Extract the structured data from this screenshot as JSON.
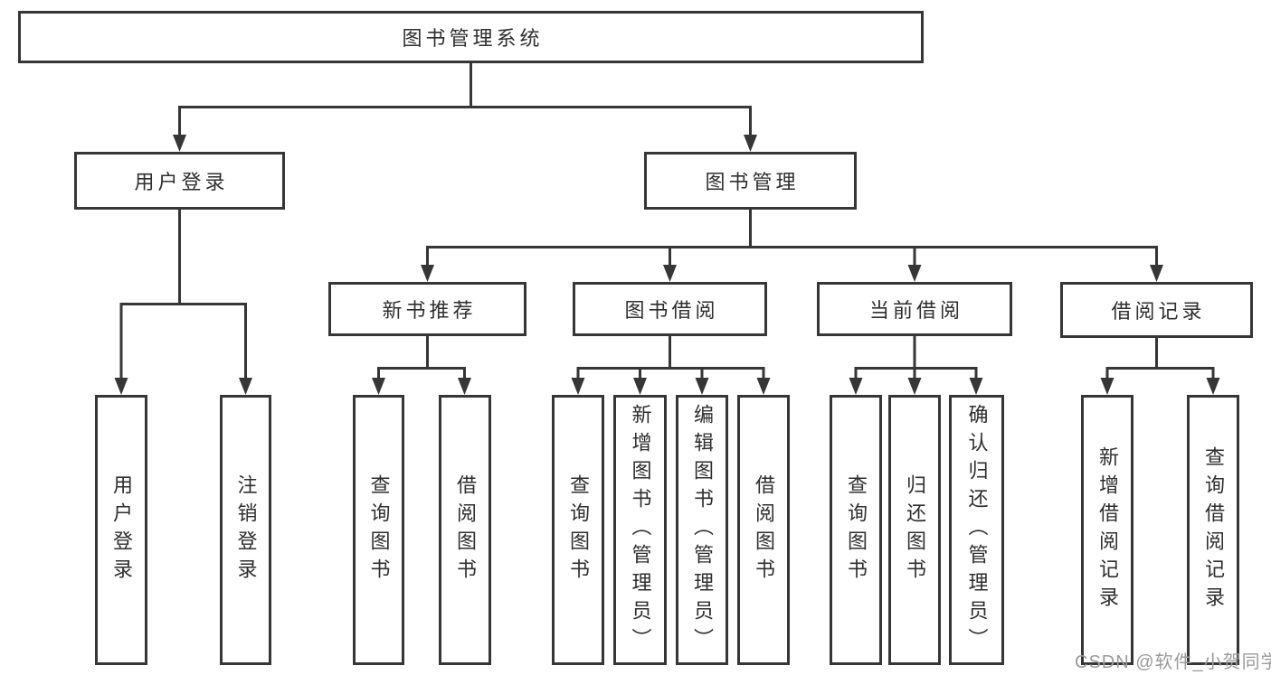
{
  "colors": {
    "line": "#363636",
    "box_border": "#363636",
    "text": "#2e2e2e",
    "watermark": "#9b9b9b",
    "background": "#ffffff"
  },
  "watermark": {
    "text": "CSDN @软件_小贺同学"
  },
  "diagram": {
    "type": "tree",
    "root": {
      "label": "图书管理系统"
    },
    "branches": [
      {
        "label": "用户登录",
        "children": [
          {
            "label": "用户登录"
          },
          {
            "label": "注销登录"
          }
        ]
      },
      {
        "label": "图书管理",
        "children": [
          {
            "label": "新书推荐",
            "children": [
              {
                "label": "查询图书"
              },
              {
                "label": "借阅图书"
              }
            ]
          },
          {
            "label": "图书借阅",
            "children": [
              {
                "label": "查询图书"
              },
              {
                "label": "新增图书（管理员）"
              },
              {
                "label": "编辑图书（管理员）"
              },
              {
                "label": "借阅图书"
              }
            ]
          },
          {
            "label": "当前借阅",
            "children": [
              {
                "label": "查询图书"
              },
              {
                "label": "归还图书"
              },
              {
                "label": "确认归还（管理员）"
              }
            ]
          },
          {
            "label": "借阅记录",
            "children": [
              {
                "label": "新增借阅记录"
              },
              {
                "label": "查询借阅记录"
              }
            ]
          }
        ]
      }
    ]
  }
}
